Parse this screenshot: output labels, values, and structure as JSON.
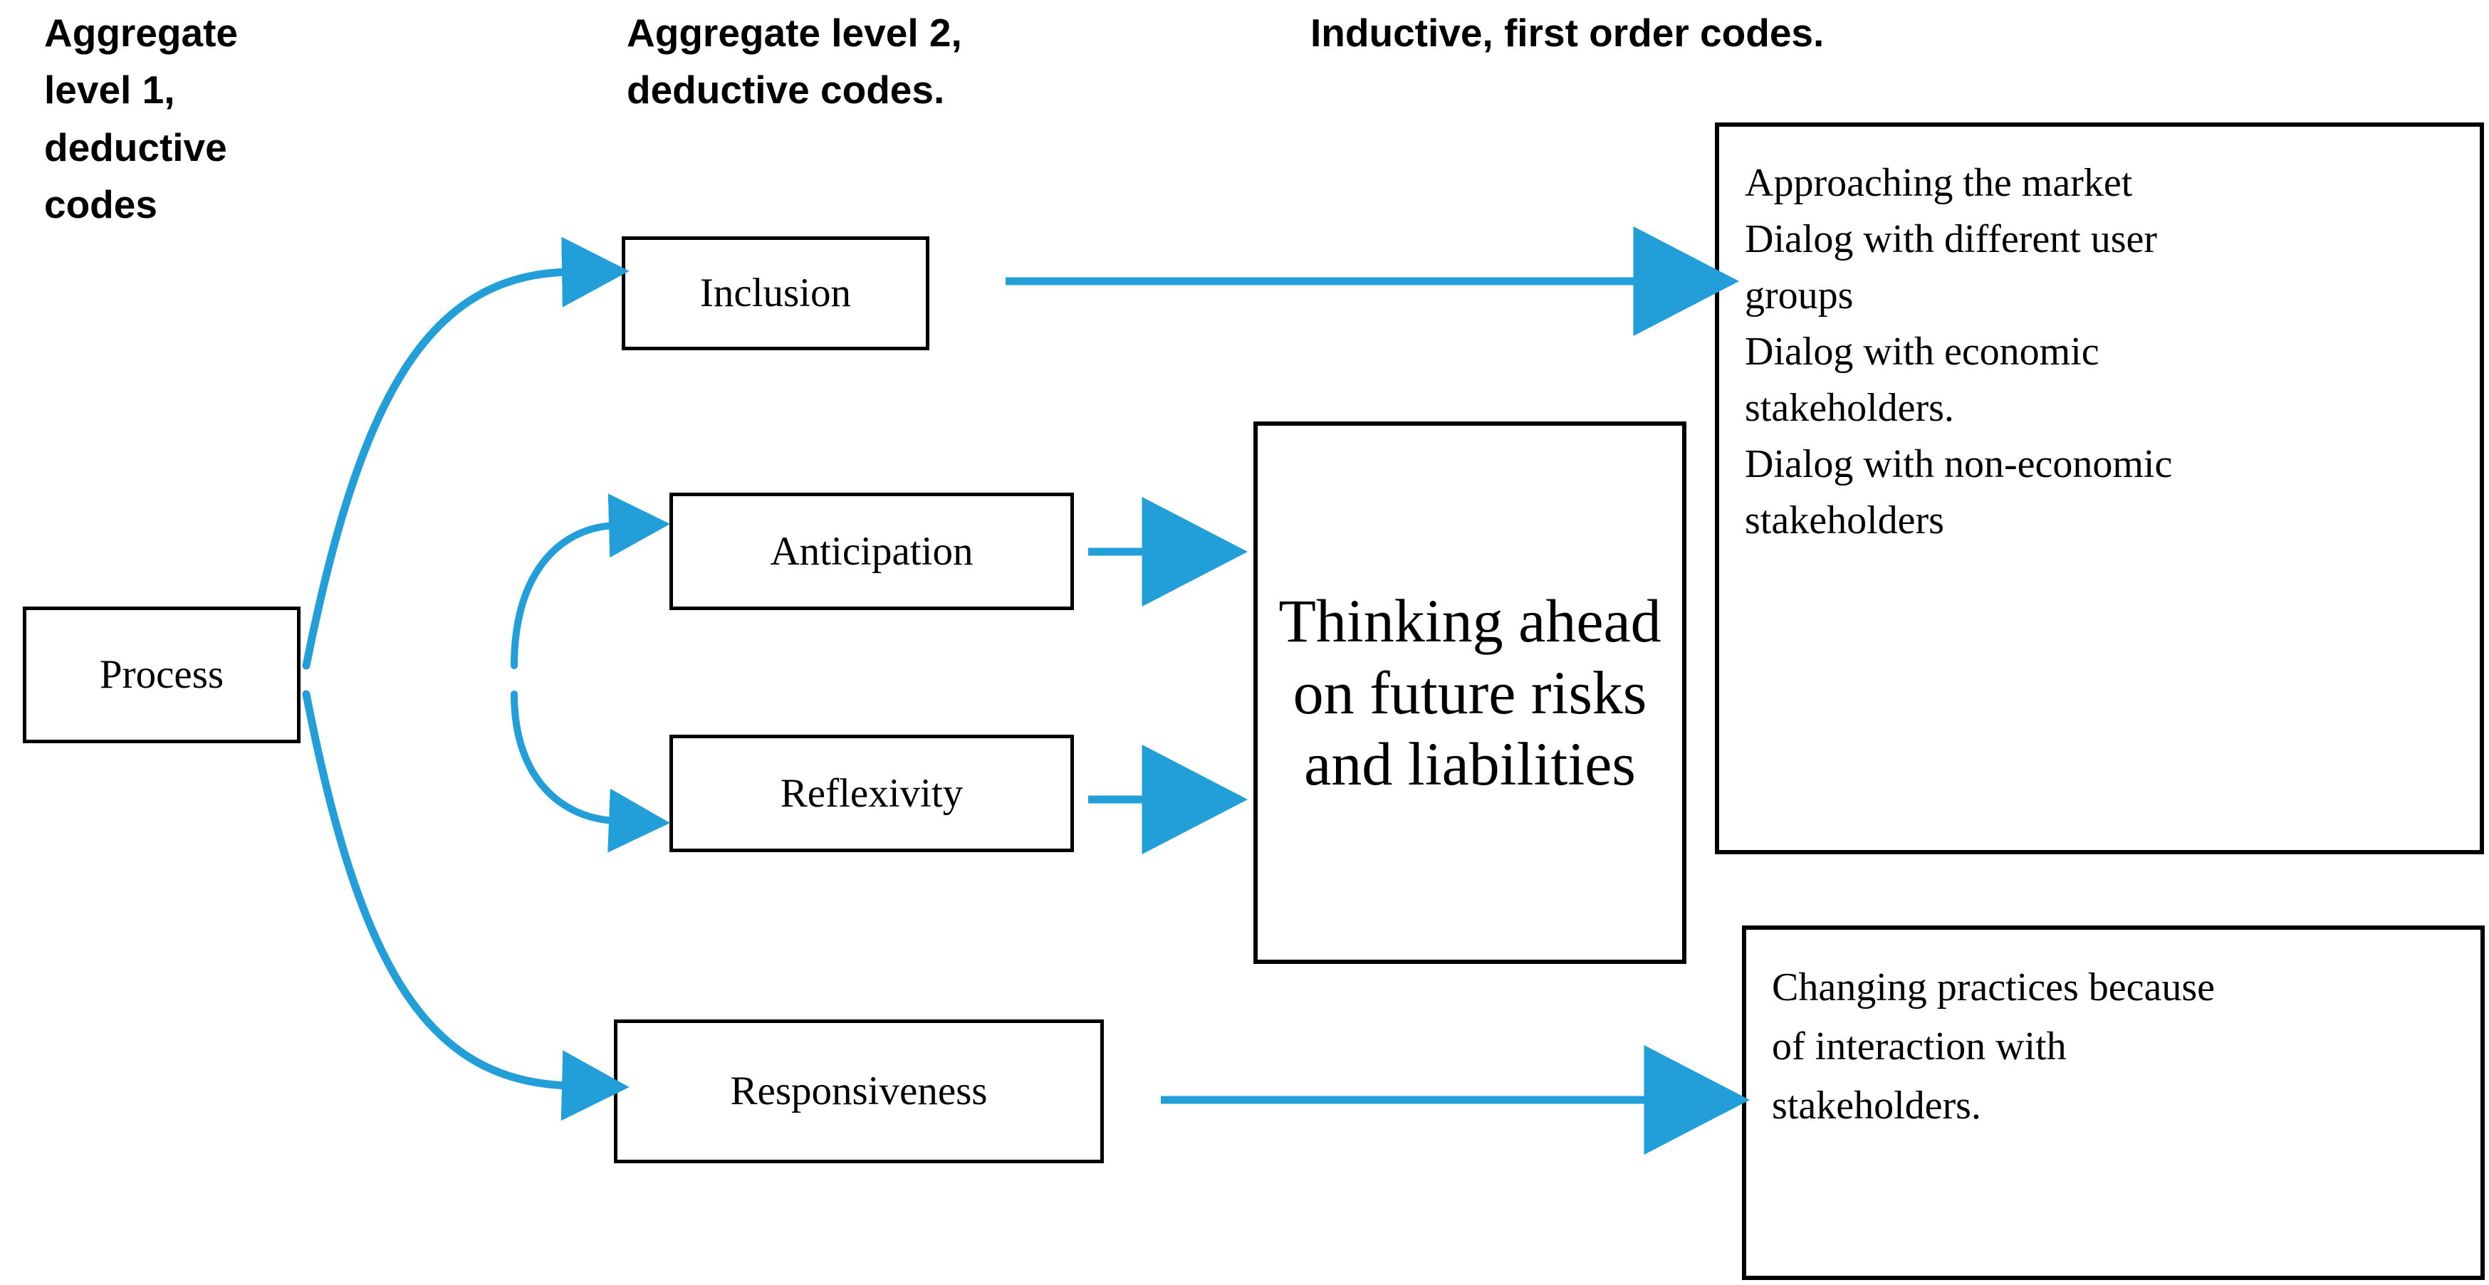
{
  "headers": {
    "level1": "Aggregate\nlevel 1,\ndeductive\ncodes",
    "level2": "Aggregate level 2,\ndeductive codes.",
    "inductive": "Inductive, first order codes."
  },
  "boxes": {
    "process": "Process",
    "inclusion": "Inclusion",
    "anticipation": "Anticipation",
    "reflexivity": "Reflexivity",
    "responsiveness": "Responsiveness",
    "thinking": "Thinking ahead on future risks and liabilities"
  },
  "code_lists": {
    "top": [
      "Approaching the market",
      "Dialog with different user",
      "groups",
      "Dialog with economic",
      "stakeholders.",
      "Dialog with non-economic",
      "stakeholders"
    ],
    "bottom": [
      "Changing practices because",
      "of interaction with",
      "stakeholders."
    ]
  },
  "colors": {
    "arrow_blue": "#229ED9",
    "box_border": "#000000",
    "text": "#000000",
    "background": "#FFFFFF"
  },
  "arrows": [
    {
      "name": "process-to-inclusion",
      "style": "curved"
    },
    {
      "name": "process-to-anticipation",
      "style": "curved"
    },
    {
      "name": "process-to-reflexivity",
      "style": "curved"
    },
    {
      "name": "process-to-responsiveness",
      "style": "curved"
    },
    {
      "name": "inclusion-to-codes-top",
      "style": "straight"
    },
    {
      "name": "anticipation-to-thinking",
      "style": "straight"
    },
    {
      "name": "reflexivity-to-thinking",
      "style": "straight"
    },
    {
      "name": "responsiveness-to-codes-bottom",
      "style": "straight"
    }
  ]
}
